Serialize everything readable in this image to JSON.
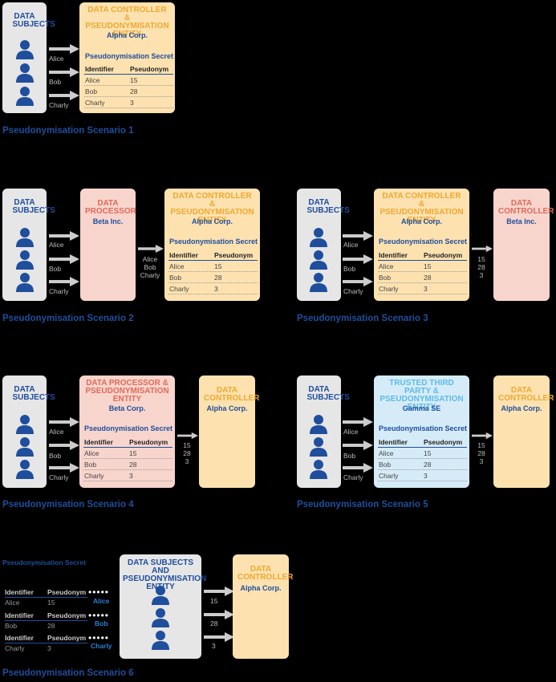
{
  "labels": {
    "data_subjects": "DATA SUBJECTS",
    "dc_pe": "DATA CONTROLLER & PSEUDONYMISATION ENTITY",
    "data_processor": "DATA PROCESSOR",
    "data_controller": "DATA CONTROLLER",
    "dp_pe": "DATA PROCESSOR & PSEUDONYMISATION ENTITY",
    "ttp_pe": "TRUSTED THIRD PARTY & PSEUDONYMISATION ENTITY",
    "ds_pe": "DATA SUBJECTS AND PSEUDONYMISATION ENTITY",
    "secret": "Pseudonymisation Secret",
    "col_identifier": "Identifier",
    "col_pseudonym": "Pseudonym"
  },
  "orgs": {
    "alpha": "Alpha Corp.",
    "beta": "Beta Inc.",
    "beta_corp": "Beta Corp.",
    "gamma": "Gamma SE"
  },
  "mapping": [
    {
      "identifier": "Alice",
      "pseudonym": "15"
    },
    {
      "identifier": "Bob",
      "pseudonym": "28"
    },
    {
      "identifier": "Charly",
      "pseudonym": "3"
    }
  ],
  "scenarios": {
    "s1": "Pseudonymisation Scenario 1",
    "s2": "Pseudonymisation Scenario 2",
    "s3": "Pseudonymisation Scenario 3",
    "s4": "Pseudonymisation Scenario 4",
    "s5": "Pseudonymisation Scenario 5",
    "s6": "Pseudonymisation Scenario 6"
  },
  "colors": {
    "subjects": "#e6e6e6",
    "controller": "#fde2b0",
    "processor": "#f8d5cc",
    "ttp": "#d6ebf8",
    "title_blue": "#1f4e9c",
    "person_blue": "#1f4e9c"
  },
  "icons": [
    "person-icon",
    "arrow-right-icon"
  ]
}
